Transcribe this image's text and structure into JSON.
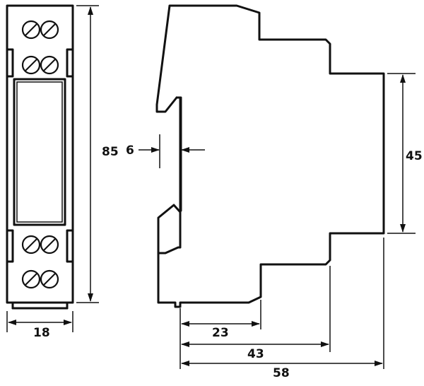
{
  "dimensions": {
    "front_width": "18",
    "front_height": "85",
    "rail_offset": "6",
    "side_height": "45",
    "depth_23": "23",
    "depth_43": "43",
    "depth_58": "58"
  }
}
